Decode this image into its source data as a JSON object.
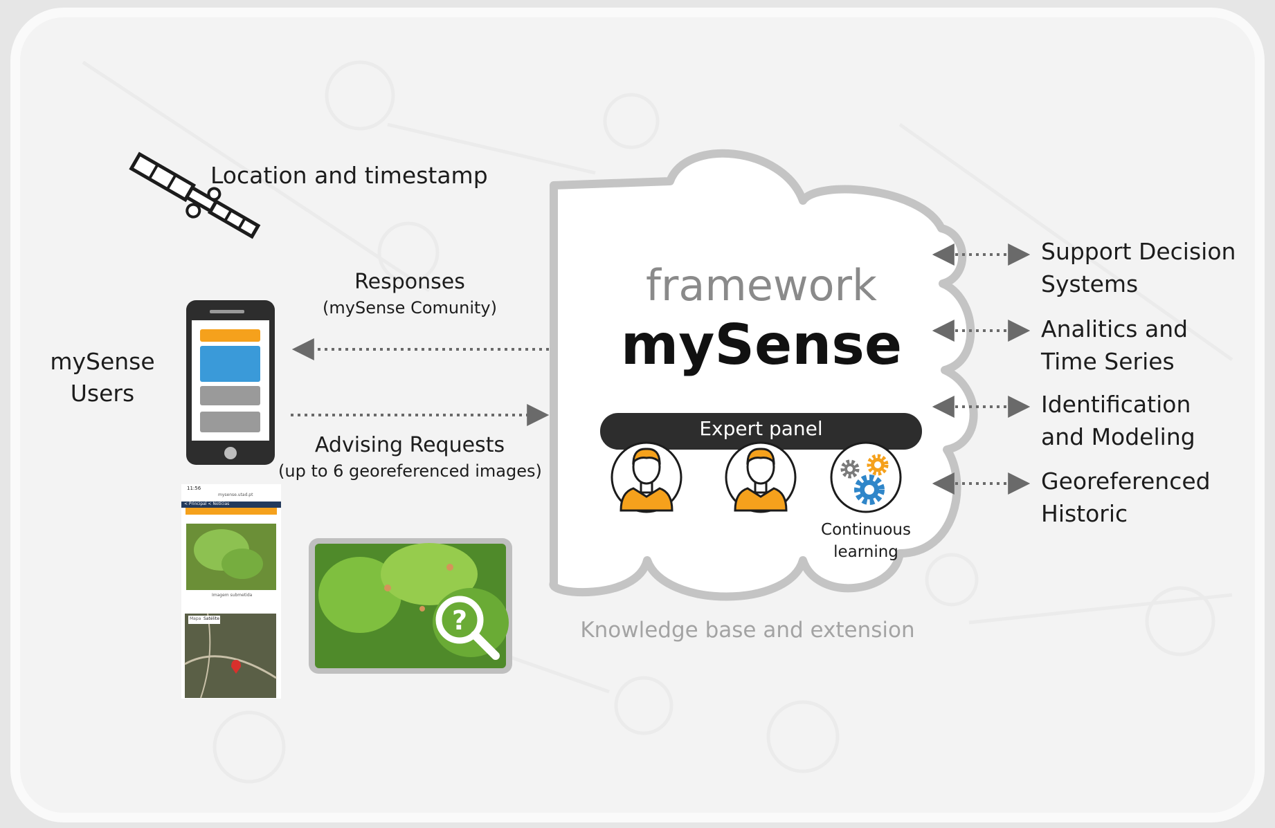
{
  "diagram": {
    "satellite_label": "Location and timestamp",
    "users_label_line1": "mySense",
    "users_label_line2": "Users",
    "responses_title": "Responses",
    "responses_sub": "(mySense Comunity)",
    "requests_title": "Advising Requests",
    "requests_sub": "(up to 6 georeferenced images)",
    "framework_label": "framework",
    "product_name": "mySense",
    "expert_panel_label": "Expert panel",
    "continuous_learning_line1": "Continuous",
    "continuous_learning_line2": "learning",
    "knowledge_base_label": "Knowledge base and extension",
    "outputs": [
      {
        "line1": "Support Decision",
        "line2": "Systems"
      },
      {
        "line1": "Analitics and",
        "line2": "Time Series"
      },
      {
        "line1": "Identification",
        "line2": "and Modeling"
      },
      {
        "line1": "Georeferenced",
        "line2": "Historic"
      }
    ],
    "phone_screenshot": {
      "time": "11:56",
      "url": "mysense.utad.pt",
      "nav": "< Principal  < Notícias",
      "caption": "Imagem submetida",
      "map_tab1": "Mapa",
      "map_tab2": "Satélite"
    },
    "colors": {
      "accent_orange": "#f5a11c",
      "phone_blue": "#3a9ad9",
      "cloud_outline": "#c4c4c4",
      "panel_dark": "#2d2d2d",
      "gear_blue": "#2f86c9"
    }
  }
}
